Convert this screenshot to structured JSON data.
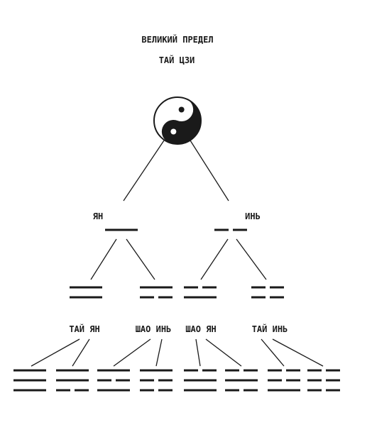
{
  "title": "ВЕЛИКИЙ ПРЕДЕЛ",
  "subtitle": "ТАЙ ЦЗИ",
  "symbols": {
    "root": "yin-yang-icon"
  },
  "colors": {
    "ink": "#1a1a1a",
    "paper": "#ffffff"
  },
  "level1": [
    {
      "label": "ЯН",
      "lines": [
        "yang"
      ]
    },
    {
      "label": "ИНЬ",
      "lines": [
        "yin"
      ]
    }
  ],
  "level2": [
    {
      "label": "ТАЙ ЯН",
      "lines": [
        "yang",
        "yang"
      ]
    },
    {
      "label": "ШАО ИНЬ",
      "lines": [
        "yin",
        "yang"
      ]
    },
    {
      "label": "ШАО ЯН",
      "lines": [
        "yang",
        "yin"
      ]
    },
    {
      "label": "ТАЙ ИНЬ",
      "lines": [
        "yin",
        "yin"
      ]
    }
  ],
  "level3": [
    {
      "lines": [
        "yang",
        "yang",
        "yang"
      ]
    },
    {
      "lines": [
        "yin",
        "yang",
        "yang"
      ]
    },
    {
      "lines": [
        "yang",
        "yin",
        "yang"
      ]
    },
    {
      "lines": [
        "yin",
        "yin",
        "yang"
      ]
    },
    {
      "lines": [
        "yang",
        "yang",
        "yin"
      ]
    },
    {
      "lines": [
        "yin",
        "yang",
        "yin"
      ]
    },
    {
      "lines": [
        "yang",
        "yin",
        "yin"
      ]
    },
    {
      "lines": [
        "yin",
        "yin",
        "yin"
      ]
    }
  ]
}
